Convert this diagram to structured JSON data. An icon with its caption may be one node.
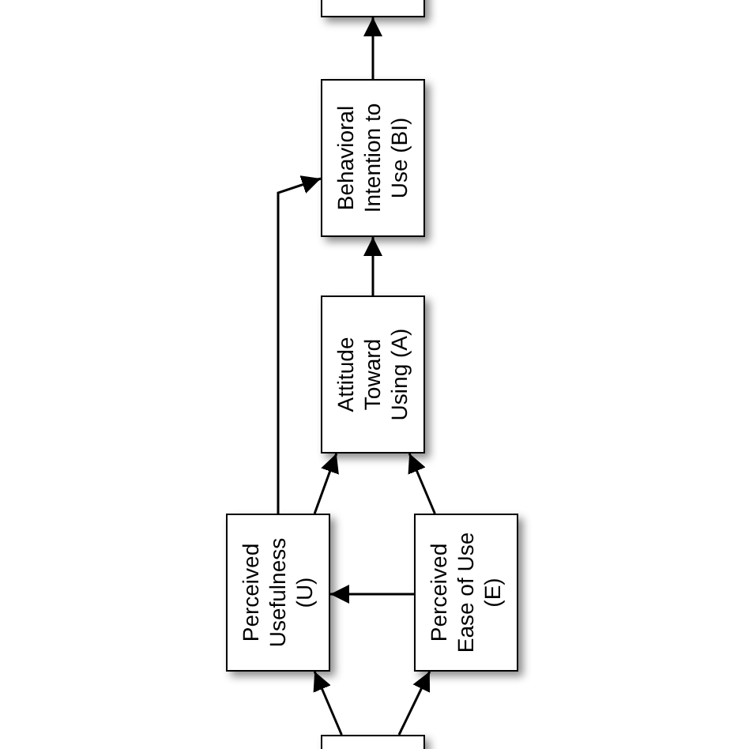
{
  "diagram": {
    "nodes": [
      {
        "text": [],
        "shape": "box"
      },
      {
        "text": [
          "Behavioral Intention to Use (BI)"
        ]
      },
      {
        "text": [
          "Attitude Toward Using (A)"
        ]
      },
      {
        "text": [
          "Perceived Usefulness (U)"
        ]
      },
      {
        "text": [
          "Perceived Ease of Use (E)"
        ]
      },
      {
        "text": [],
        "shape": "box"
      }
    ],
    "edges": [
      {
        "from": 5,
        "to": 3,
        "arrow": "to"
      },
      {
        "from": 5,
        "to": 4,
        "arrow": "to"
      },
      {
        "from": 4,
        "to": 3,
        "arrow": "to"
      },
      {
        "from": 3,
        "to": 2,
        "arrow": "to"
      },
      {
        "from": 4,
        "to": 2,
        "arrow": "to"
      },
      {
        "from": 3,
        "to": 1,
        "arrow": "to"
      },
      {
        "from": 2,
        "to": 1,
        "arrow": "to"
      },
      {
        "from": 1,
        "to": 0,
        "arrow": "to"
      }
    ]
  }
}
